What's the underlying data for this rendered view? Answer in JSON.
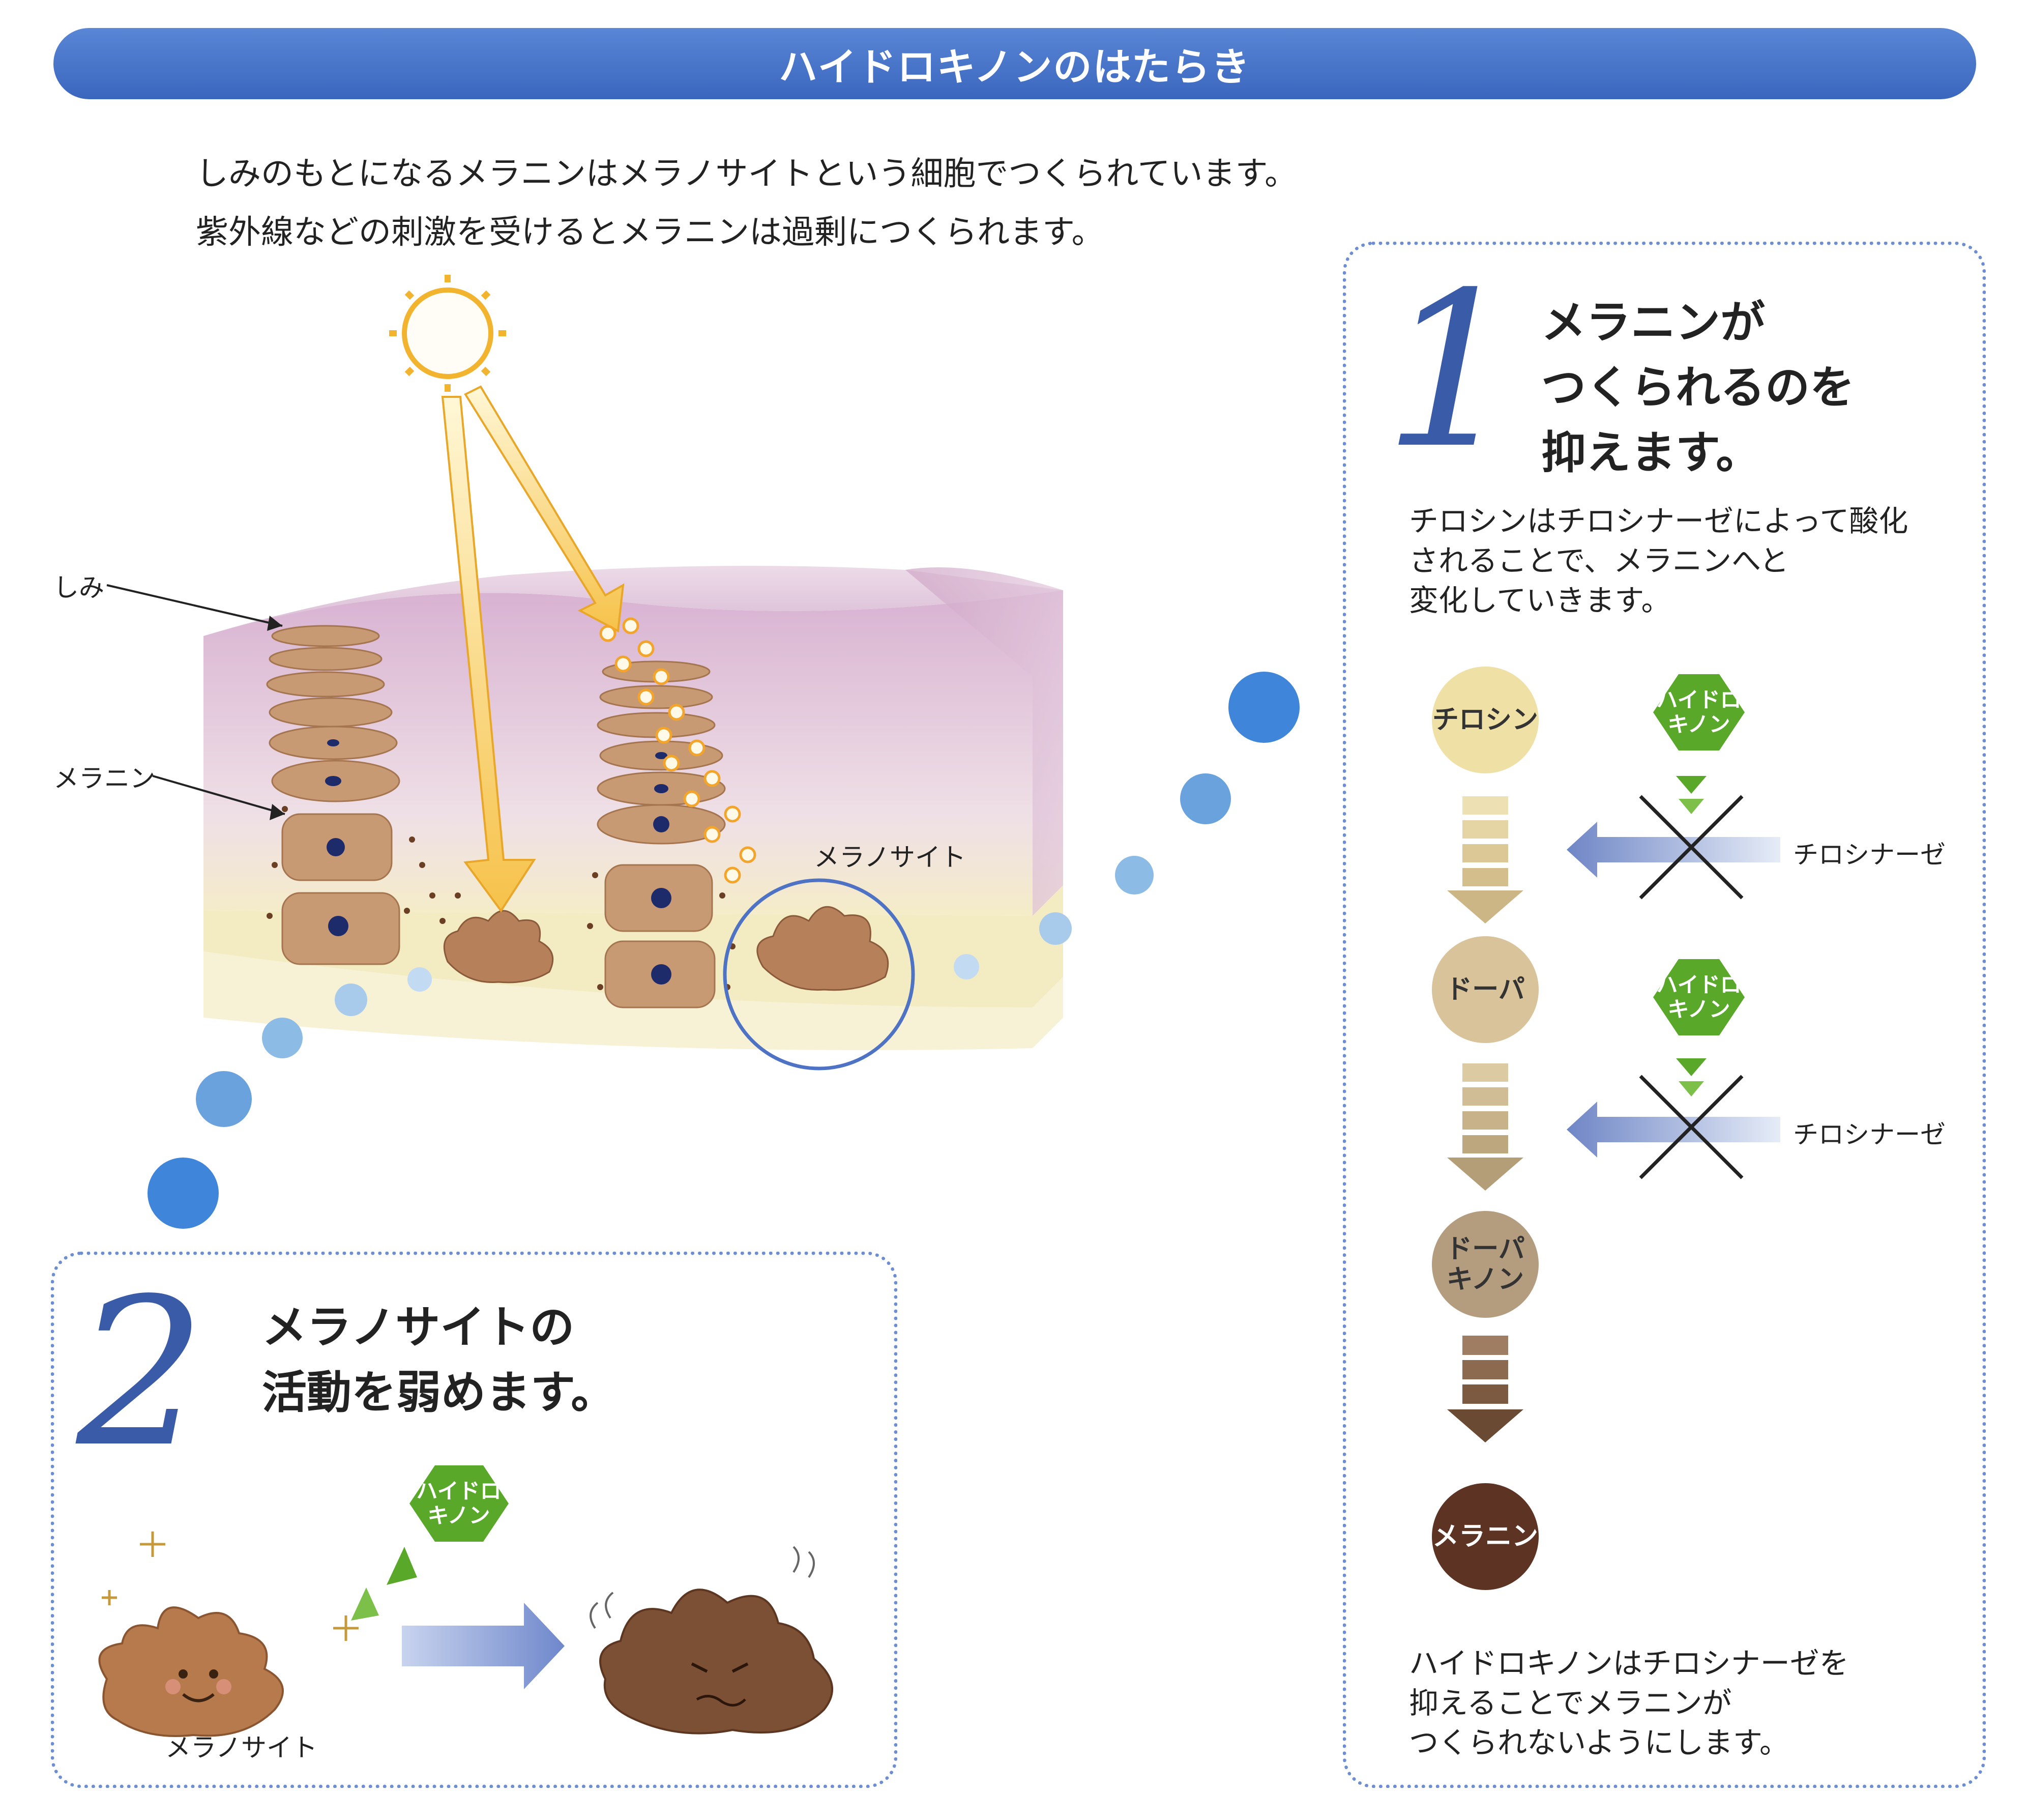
{
  "title": "ハイドロキノンのはたらき",
  "intro": [
    "しみのもとになるメラニンはメラノサイトという細胞でつくられています。",
    "紫外線などの刺激を受けるとメラニンは過剰につくられます。"
  ],
  "labels": {
    "shimi": "しみ",
    "melanin": "メラニン",
    "melanocyte": "メラノサイト"
  },
  "box1": {
    "number": "1",
    "heading": [
      "メラニンが",
      "つくられるのを",
      "抑えます。"
    ],
    "description": [
      "チロシンはチロシナーゼによって酸化",
      "されることで、メラニンへと",
      "変化していきます。"
    ],
    "nodes": [
      "チロシン",
      "ドーパ",
      "ドーパ\nキノン",
      "メラニン"
    ],
    "hydroquinone": "ハイドロ\nキノン",
    "enzyme": "チロシナーゼ",
    "footer": [
      "ハイドロキノンはチロシナーゼを",
      "抑えることでメラニンが",
      "つくられないようにします。"
    ]
  },
  "box2": {
    "number": "2",
    "heading": [
      "メラノサイトの",
      "活動を弱めます。"
    ],
    "hydroquinone": "ハイドロ\nキノン",
    "caption": "メラノサイト"
  },
  "colors": {
    "banner": "#4a76cc",
    "dots": "#4a8ad8",
    "hexagon": "#5aa82a",
    "tyrosine": "#efe1a6",
    "dopa": "#d9c39b",
    "dopaquinone": "#b49d7f",
    "melanin": "#5d3424"
  }
}
